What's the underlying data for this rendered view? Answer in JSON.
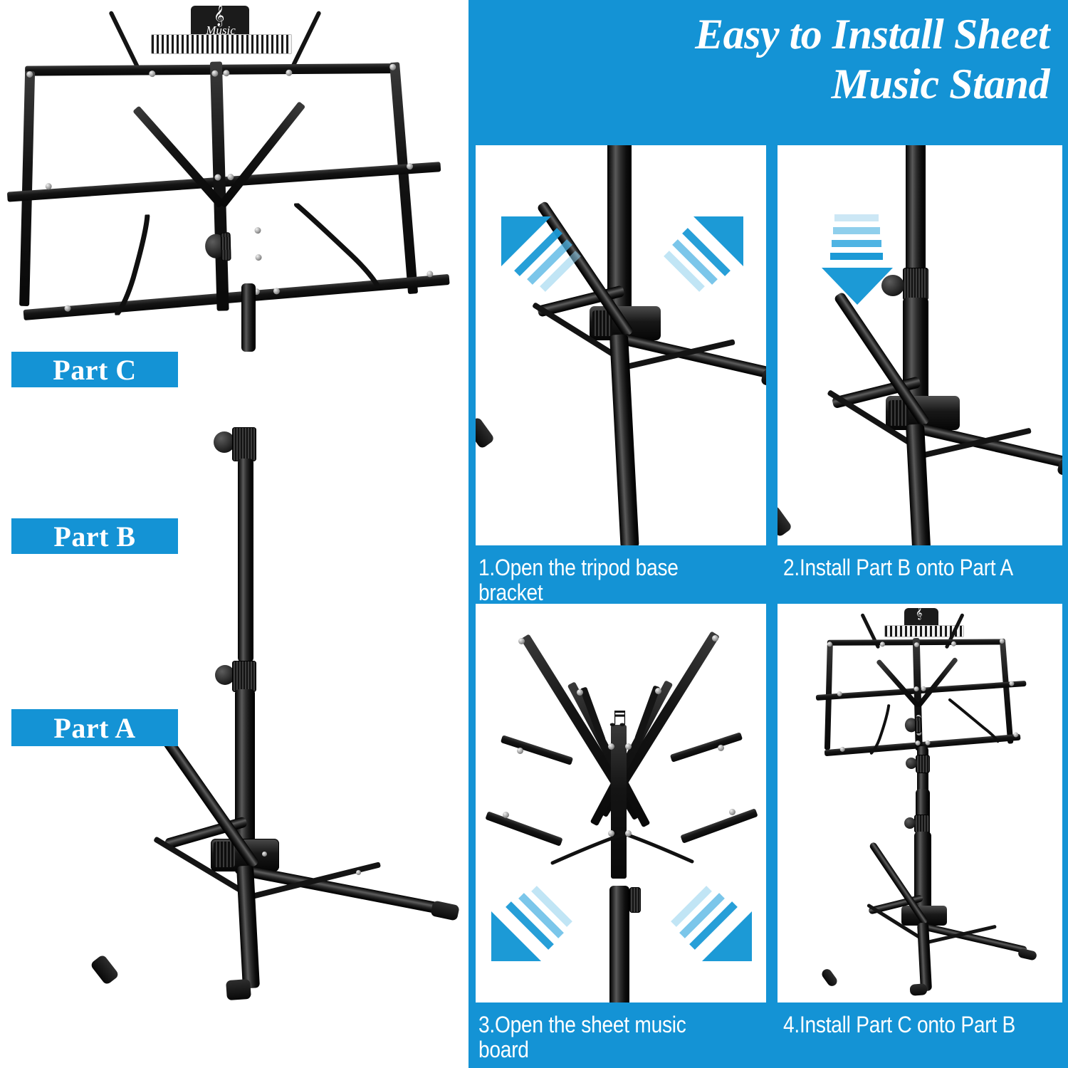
{
  "colors": {
    "brand_blue": "#1493D5",
    "arrow_blue": "#1C9AD6",
    "hardware_black": "#141414",
    "background": "#FFFFFF",
    "text_white": "#FFFFFF"
  },
  "header": {
    "title_line1": "Easy to Install Sheet",
    "title_line2": "Music Stand"
  },
  "parts": [
    {
      "id": "part-c",
      "label": "Part C"
    },
    {
      "id": "part-b",
      "label": "Part B"
    },
    {
      "id": "part-a",
      "label": "Part A"
    }
  ],
  "product": {
    "logo_text": "Music",
    "logo_icon": "treble-clef-icon",
    "clip_icon": "piano-keyboard-clip-icon"
  },
  "steps": [
    {
      "number": "1.",
      "caption": "1.Open the tripod base bracket",
      "arrows": "two-diagonal-up-outward"
    },
    {
      "number": "2.",
      "caption": "2.Install Part B onto Part A",
      "arrows": "one-down"
    },
    {
      "number": "3.",
      "caption": "3.Open the sheet music board",
      "arrows": "two-diagonal-down-outward"
    },
    {
      "number": "4.",
      "caption": "4.Install Part C onto Part B",
      "arrows": "none"
    }
  ]
}
